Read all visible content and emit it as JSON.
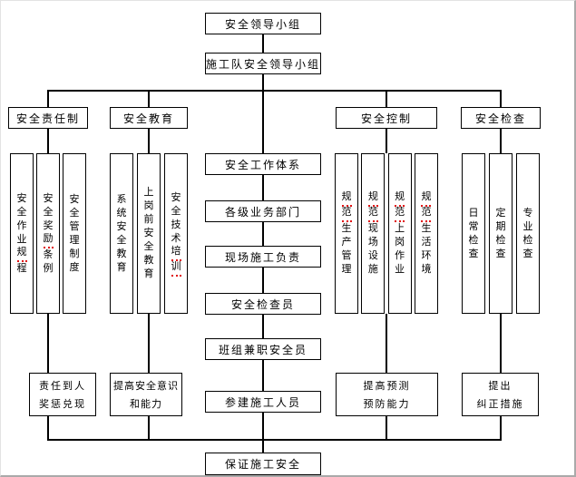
{
  "chart": {
    "top_nodes": [
      "安全领导小组",
      "施工队安全领导小组"
    ],
    "branches": [
      {
        "header": "安全责任制",
        "items": [
          {
            "text": "安全作业规程",
            "marked": "规"
          },
          {
            "text": "安全奖励条例",
            "marked": "励"
          },
          {
            "text": "安全管理制度",
            "marked": ""
          }
        ],
        "outcome": [
          "责任到人",
          "奖惩兑现"
        ]
      },
      {
        "header": "安全教育",
        "items": [
          {
            "text": "系统安全教育",
            "marked": ""
          },
          {
            "text": "上岗前安全教育",
            "marked": ""
          },
          {
            "text": "安全技术培训",
            "marked": "培训"
          }
        ],
        "outcome": [
          "提高安全意识",
          "和能力"
        ]
      },
      {
        "header": "安全控制",
        "items": [
          {
            "text": "规范生产管理",
            "marked": "规范"
          },
          {
            "text": "规范现场设施",
            "marked": "规范"
          },
          {
            "text": "规范上岗作业",
            "marked": "规范"
          },
          {
            "text": "规范生活环境",
            "marked": "规范"
          }
        ],
        "outcome": [
          "提高预测",
          "预防能力"
        ]
      },
      {
        "header": "安全检查",
        "items": [
          {
            "text": "日常检查",
            "marked": ""
          },
          {
            "text": "定期检查",
            "marked": ""
          },
          {
            "text": "专业检查",
            "marked": ""
          }
        ],
        "outcome": [
          "提出",
          "纠正措施"
        ]
      }
    ],
    "center_chain": [
      "安全工作体系",
      "各级业务部门",
      "现场施工负责",
      "安全检查员",
      "班组兼职安全员",
      "参建施工人员"
    ],
    "bottom_node": "保证施工安全",
    "colors": {
      "line": "#000000",
      "box_border": "#000000",
      "spellcheck_mark": "#e01010",
      "background": "#ffffff"
    }
  }
}
